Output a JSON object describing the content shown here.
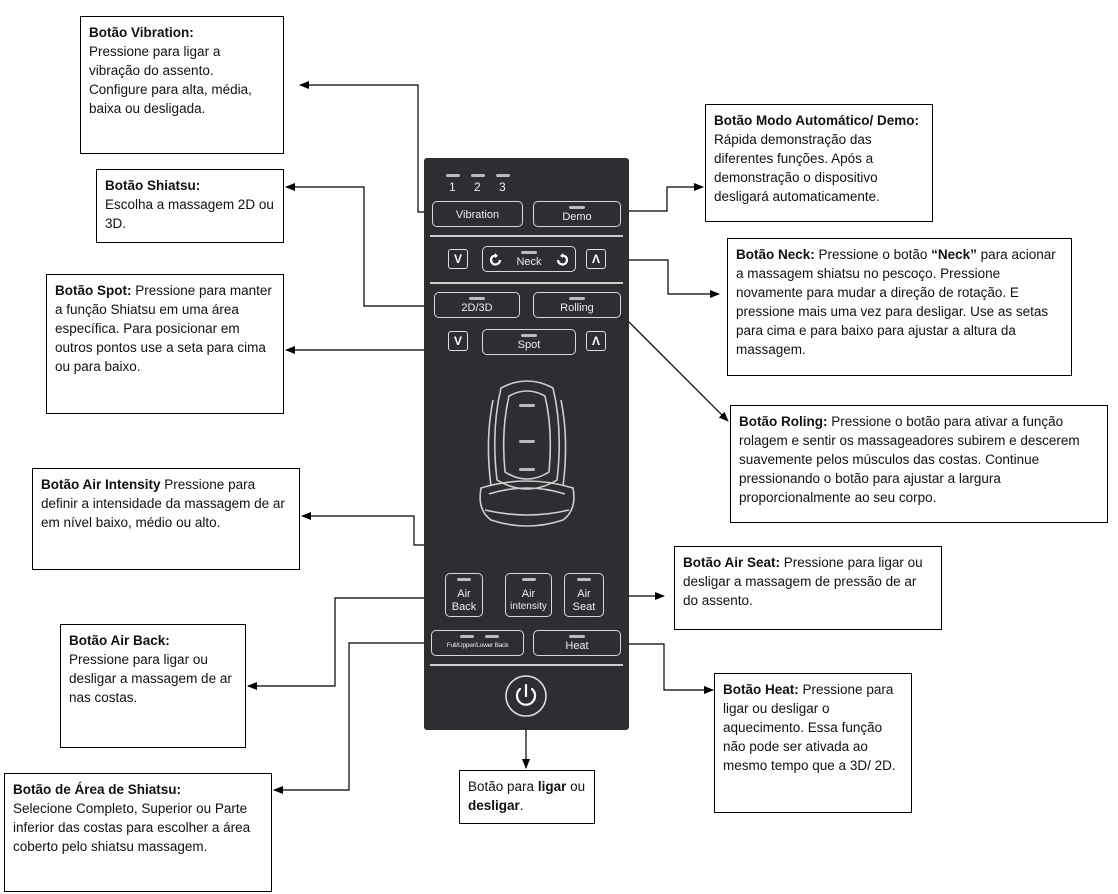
{
  "remote": {
    "levels": [
      "1",
      "2",
      "3"
    ],
    "vibration": "Vibration",
    "demo": "Demo",
    "down_arrow": "V",
    "up_arrow": "Λ",
    "neck": "Neck",
    "btn_2d3d": "2D/3D",
    "rolling": "Rolling",
    "spot": "Spot",
    "air_back": [
      "Air",
      "Back"
    ],
    "air_intensity": [
      "Air",
      "intensity"
    ],
    "air_seat": [
      "Air",
      "Seat"
    ],
    "full_upper_lower": "Full/Upper/Lower Back",
    "heat": "Heat"
  },
  "callouts": {
    "vibration": {
      "title": "Botão Vibration:",
      "body": "Pressione para ligar a vibração do assento. Configure para alta, média, baixa ou desligada."
    },
    "shiatsu": {
      "title": "Botão Shiatsu:",
      "body": "Escolha a massagem 2D ou 3D."
    },
    "spot": {
      "title": "Botão Spot:",
      "body": "Pressione para manter a função Shiatsu em uma área específica. Para posicionar em outros pontos use a seta para cima ou para baixo."
    },
    "air_intensity": {
      "title": "Botão Air Intensity",
      "body": "Pressione para definir a intensidade da massagem de ar em nível baixo, médio ou alto."
    },
    "air_back": {
      "title": "Botão Air Back:",
      "body": "Pressione para ligar ou desligar a massagem de ar nas costas."
    },
    "area_shiatsu": {
      "title": "Botão de Área de Shiatsu:",
      "body": "Selecione Completo, Superior ou Parte inferior das costas para escolher a área coberto pelo shiatsu massagem."
    },
    "demo": {
      "title": "Botão Modo Automático/ Demo:",
      "body": "Rápida demonstração das diferentes funções. Após a demonstração o dispositivo desligará automaticamente."
    },
    "neck": {
      "title": "Botão Neck:",
      "body_pre": "Pressione o botão",
      "body_bold": "“Neck”",
      "body_post": "para acionar a massagem shiatsu no pescoço. Pressione novamente para mudar a direção de rotação. E pressione mais uma vez para desligar. Use as setas para cima e para baixo para ajustar a altura da massagem."
    },
    "rolling": {
      "title": "Botão Roling:",
      "body": "Pressione o botão para ativar a função rolagem e sentir os massageadores subirem e descerem suavemente pelos músculos das costas. Continue pressionando o botão para ajustar a largura proporcionalmente ao seu corpo."
    },
    "air_seat": {
      "title": "Botão Air Seat:",
      "body": "Pressione para ligar ou desligar a massagem de pressão de ar do assento."
    },
    "heat": {
      "title": "Botão  Heat:",
      "body": "Pressione para ligar ou desligar o aquecimento. Essa função não pode ser ativada ao mesmo tempo que a 3D/ 2D."
    },
    "power": {
      "pre": "Botão para",
      "bold1": "ligar",
      "mid": "ou",
      "bold2": "desligar",
      "post": "."
    }
  }
}
